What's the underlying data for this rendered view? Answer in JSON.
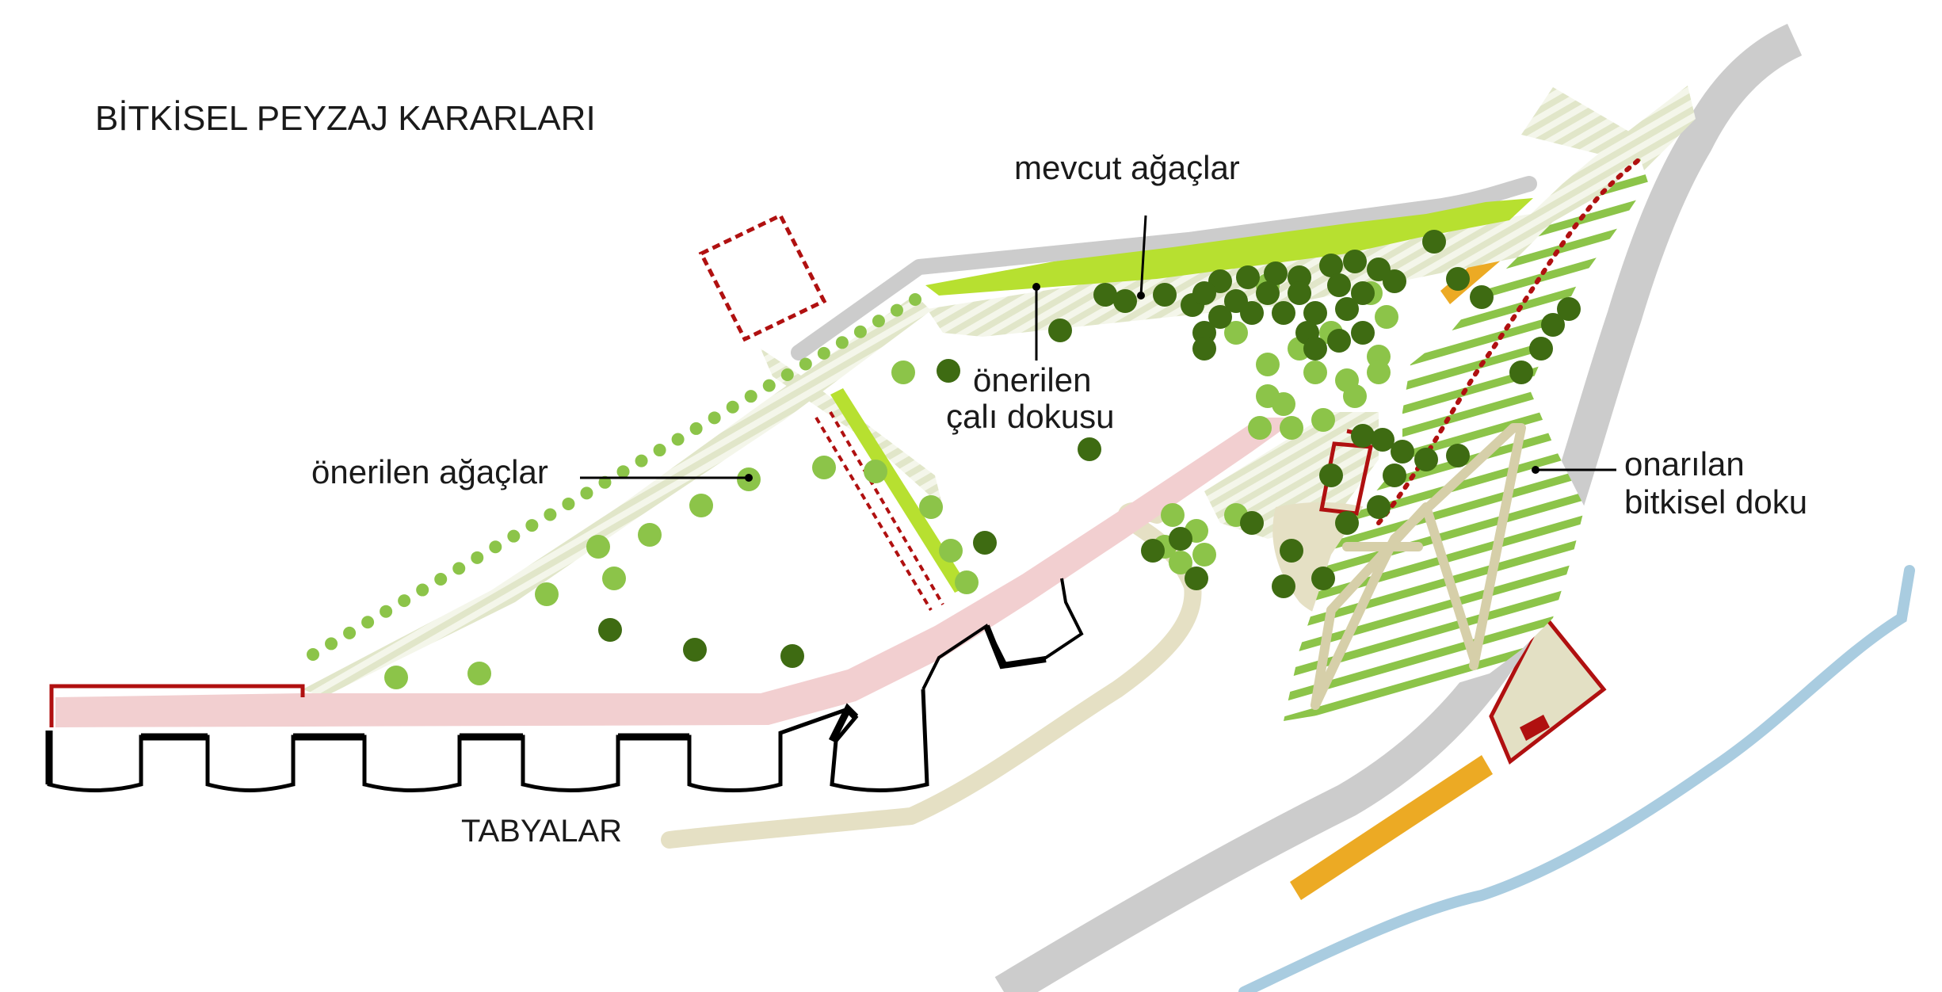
{
  "title": "BİTKİSEL PEYZAJ KARARLARI",
  "labels": {
    "existing_trees": "mevcut ağaçlar",
    "proposed_shrub_line1": "önerilen",
    "proposed_shrub_line2": "çalı dokusu",
    "proposed_trees": "önerilen ağaçlar",
    "restored_line1": "onarılan",
    "restored_line2": "bitkisel doku",
    "bastions": "TABYALAR"
  },
  "colors": {
    "dark_tree": "#3e6b12",
    "light_tree": "#8cc449",
    "shrub": "#b7e030",
    "pale_strip": "#e3e7cf",
    "road": "#cccccc",
    "pink_path": "#f2cfd0",
    "sand": "#e5e0c4",
    "red": "#b01010",
    "orange": "#ecaa24",
    "river": "#a9cce0",
    "stripe_green": "#8cc449"
  }
}
